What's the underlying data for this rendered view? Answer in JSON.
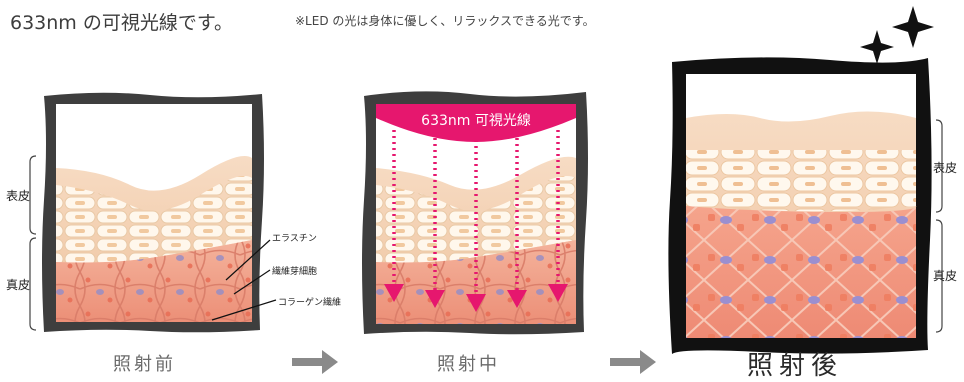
{
  "header": {
    "headline": "633nm の可視光線です。",
    "note": "※LED の光は身体に優しく、リラックスできる光です。"
  },
  "panels": [
    {
      "caption": "照射前"
    },
    {
      "caption": "照射中",
      "banner": "633nm 可視光線"
    },
    {
      "caption": "照射後"
    }
  ],
  "side_labels": {
    "epidermis": "表皮",
    "dermis": "真皮"
  },
  "callouts": {
    "elastin": "エラスチン",
    "fibroblast": "繊維芽細胞",
    "collagen": "コラーゲン繊維"
  },
  "colors": {
    "frame": "#3e3e3e",
    "frame_after": "#111111",
    "beam": "#e6176e",
    "skin": "#f3c9a6",
    "dermis": "#f09a80"
  },
  "icons": [
    "arrow-right-icon",
    "sparkle-icon"
  ]
}
